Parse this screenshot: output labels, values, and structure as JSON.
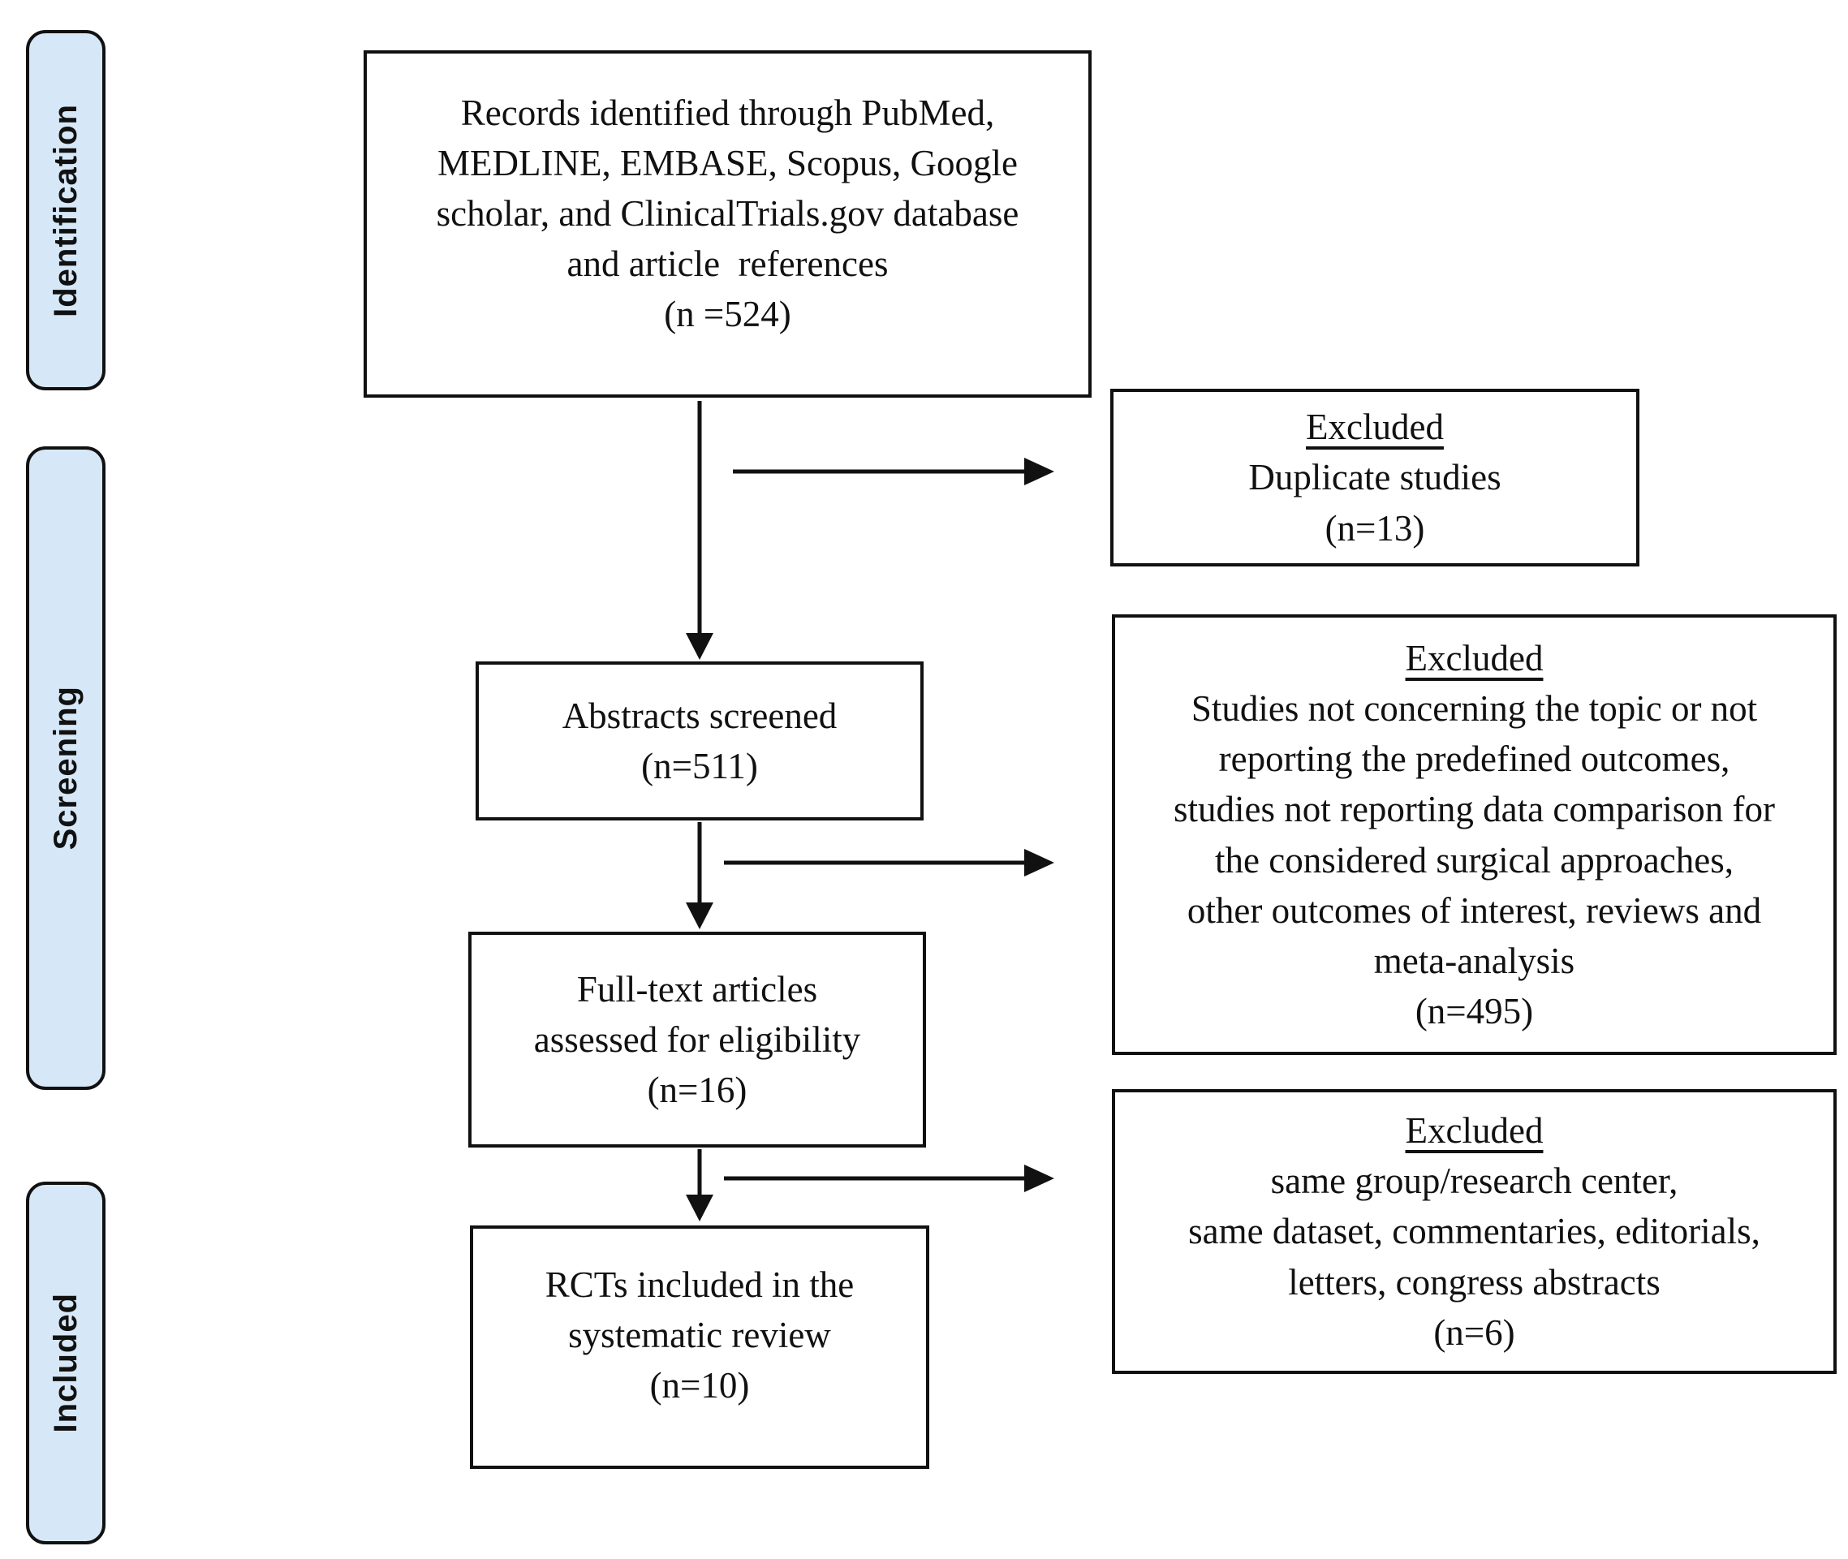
{
  "figure": {
    "type": "prisma-flow-diagram"
  },
  "sidebar": {
    "stages": [
      {
        "label": "Identification"
      },
      {
        "label": "Screening"
      },
      {
        "label": "Included"
      }
    ]
  },
  "flow": {
    "boxes": [
      {
        "id": "records-identified",
        "lines": [
          "Records identified through PubMed,",
          "MEDLINE, EMBASE, Scopus, Google",
          "scholar, and ClinicalTrials.gov database",
          "and article  references",
          "(n =524)"
        ]
      },
      {
        "id": "abstracts-screened",
        "lines": [
          "Abstracts screened",
          "(n=511)"
        ]
      },
      {
        "id": "fulltext-assessed",
        "lines": [
          "Full-text articles",
          "assessed for eligibility",
          "(n=16)"
        ]
      },
      {
        "id": "rcts-included",
        "lines": [
          "RCTs included in the",
          "systematic review",
          "(n=10)"
        ]
      }
    ]
  },
  "exclusions": [
    {
      "title": "Excluded",
      "lines": [
        "Duplicate studies",
        "(n=13)"
      ]
    },
    {
      "title": "Excluded",
      "lines": [
        "Studies not concerning the topic or not",
        "reporting the predefined outcomes,",
        "studies not reporting data comparison for",
        "the considered surgical approaches,",
        "other outcomes of interest, reviews and",
        "meta-analysis",
        "(n=495)"
      ]
    },
    {
      "title": "Excluded",
      "lines": [
        "same group/research center,",
        "same dataset, commentaries, editorials,",
        "letters, congress abstracts",
        "(n=6)"
      ]
    }
  ],
  "colors": {
    "stage_fill": "#d6e8f8",
    "border": "#111111",
    "text": "#111111",
    "background": "#ffffff"
  }
}
